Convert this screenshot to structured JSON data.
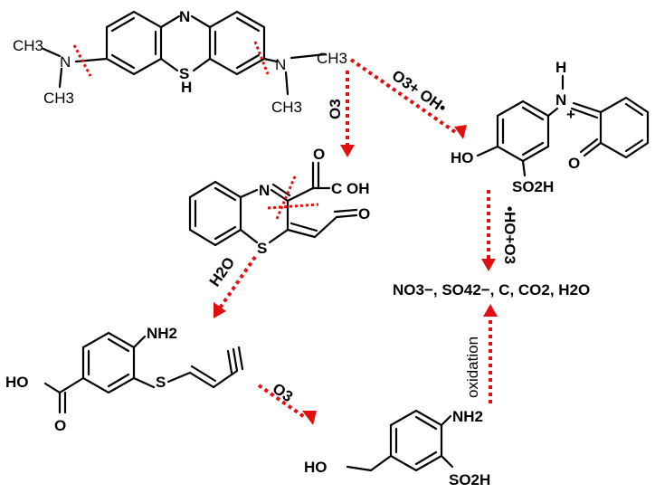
{
  "molecules": {
    "methylene_blue": {
      "n_ring": "N",
      "s_ring": "S",
      "h_ring": "H",
      "nme2_left": "N",
      "me_left_top": "CH3",
      "me_left_bottom": "CH3",
      "nme2_right": "N",
      "me_right_top": "CH3",
      "me_right_bottom": "CH3"
    },
    "intermediate_1": {
      "ring_n": "N",
      "ring_s": "S",
      "cooh": "C OH",
      "carbonyl_o": "O",
      "aldehyde_o": "O"
    },
    "intermediate_2": {
      "nh2": "NH2",
      "ho": "HO",
      "o": "O",
      "s": "S"
    },
    "intermediate_3": {
      "nh2": "NH2",
      "ho": "HO",
      "so3h": "SO2H"
    },
    "intermediate_4": {
      "h": "H",
      "n": "N",
      "plus": "+",
      "ho": "HO",
      "o": "O",
      "so3h": "SO2H"
    }
  },
  "arrows": {
    "o3": "O3",
    "o3_oh": "O3+ OH•",
    "h2o": "H2O",
    "o3_lower": "O3",
    "oh_o3": "•HO+O3",
    "oxidation": "oxidation"
  },
  "products": "NO3−, SO42−, C, CO2, H2O"
}
